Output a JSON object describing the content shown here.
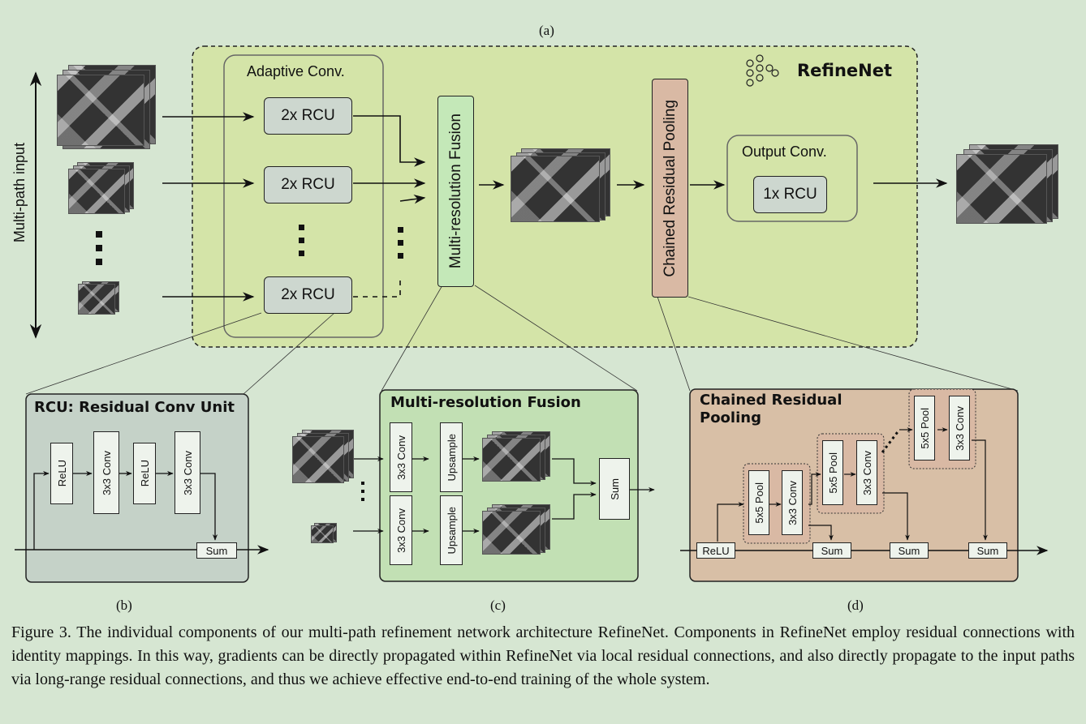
{
  "panel_a": {
    "label": "(a)",
    "title": "RefineNet",
    "input_axis_label": "Multi-path input",
    "adaptive_conv_title": "Adaptive Conv.",
    "rcu_2x": "2x RCU",
    "fusion_label": "Multi-resolution Fusion",
    "crp_label": "Chained Residual Pooling",
    "output_conv_title": "Output Conv.",
    "rcu_1x": "1x RCU"
  },
  "panel_b": {
    "label": "(b)",
    "title": "RCU: Residual Conv Unit",
    "relu": "ReLU",
    "conv": "3x3 Conv",
    "sum": "Sum"
  },
  "panel_c": {
    "label": "(c)",
    "title": "Multi-resolution Fusion",
    "conv": "3x3 Conv",
    "upsample": "Upsample",
    "sum": "Sum"
  },
  "panel_d": {
    "label": "(d)",
    "title_line1": "Chained Residual",
    "title_line2": "Pooling",
    "relu": "ReLU",
    "pool": "5x5 Pool",
    "conv": "3x3 Conv",
    "sum": "Sum"
  },
  "caption": "Figure 3. The individual components of our multi-path refinement network architecture RefineNet. Components in RefineNet employ residual connections with identity mappings. In this way, gradients can be directly propagated within RefineNet via local residual connections, and also directly propagate to the input paths via long-range residual connections, and thus we achieve effective end-to-end training of the whole system.",
  "colors": {
    "background": "#d6e6d2",
    "refinenet_region": "#d4e4a8",
    "rcu_panel": "#c5d2c8",
    "fusion_panel": "#c2e0b4",
    "crp_panel": "#d8bfa6",
    "crp_block": "#d9b9a4",
    "fusion_block": "#c4e8b8"
  }
}
